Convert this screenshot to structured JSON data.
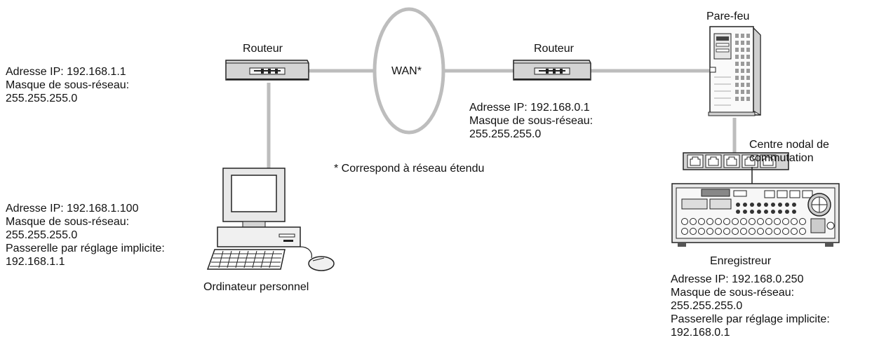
{
  "devices": {
    "router_left": {
      "label": "Routeur"
    },
    "router_right": {
      "label": "Routeur"
    },
    "wan": {
      "label": "WAN*"
    },
    "firewall": {
      "label": "Pare-feu"
    },
    "hub": {
      "label_line1": "Centre nodal de",
      "label_line2": "commutation"
    },
    "recorder": {
      "label": "Enregistreur"
    },
    "pc": {
      "label": "Ordinateur personnel"
    }
  },
  "note": "* Correspond à réseau étendu",
  "router_left_info": {
    "ip": "Adresse IP: 192.168.1.1",
    "mask_label": "Masque de sous-réseau:",
    "mask": "255.255.255.0"
  },
  "router_right_info": {
    "ip": "Adresse IP: 192.168.0.1",
    "mask_label": "Masque de sous-réseau:",
    "mask": "255.255.255.0"
  },
  "pc_info": {
    "ip": "Adresse IP: 192.168.1.100",
    "mask_label": "Masque de sous-réseau:",
    "mask": "255.255.255.0",
    "gateway_label": "Passerelle par réglage implicite:",
    "gateway": "192.168.1.1"
  },
  "recorder_info": {
    "ip": "Adresse IP: 192.168.0.250",
    "mask_label": "Masque de sous-réseau:",
    "mask": "255.255.255.0",
    "gateway_label": "Passerelle par réglage implicite:",
    "gateway": "192.168.0.1"
  },
  "colors": {
    "line": "#bdbdbd",
    "device_fill": "#d4d4d4",
    "device_stroke": "#222222"
  }
}
